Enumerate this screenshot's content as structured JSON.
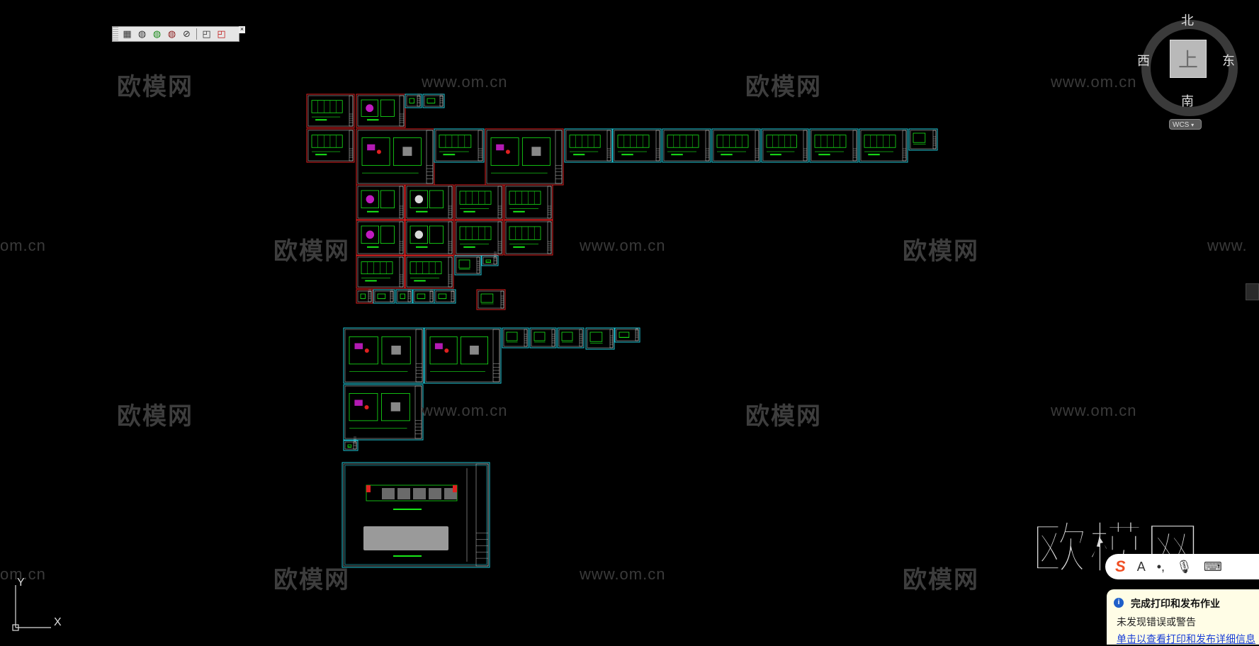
{
  "watermarks": {
    "brand": "欧模网",
    "url": "www.om.cn",
    "url_partial": "www.",
    "url_left_cut": "om.cn"
  },
  "toolbar": {
    "tools": [
      {
        "name": "named-views-icon",
        "glyph": "▦"
      },
      {
        "name": "view-globe-icon",
        "glyph": "◍"
      },
      {
        "name": "new-view-icon",
        "glyph": "◍"
      },
      {
        "name": "edit-view-icon",
        "glyph": "◍"
      },
      {
        "name": "no-view-icon",
        "glyph": "⊘"
      },
      {
        "name": "cube-view-icon",
        "glyph": "◰"
      },
      {
        "name": "delete-view-icon",
        "glyph": "◰"
      }
    ],
    "close_glyph": "×"
  },
  "viewcube": {
    "north": "北",
    "south": "南",
    "east": "东",
    "west": "西",
    "face": "上",
    "wcs": "WCS"
  },
  "ucs": {
    "x_label": "X",
    "y_label": "Y"
  },
  "ime": {
    "logo": "S",
    "items": [
      "A",
      "•,",
      "🎙",
      "⌨"
    ]
  },
  "notification": {
    "title": "完成打印和发布作业",
    "message": "未发现错误或警告",
    "link": "单击以查看打印和发布详细信息"
  },
  "colors": {
    "background": "#000000",
    "sheet_border_cyan": "#20c8d8",
    "sheet_border_red": "#e02020",
    "drawing_green": "#18e818",
    "accent_magenta": "#e020e0"
  }
}
